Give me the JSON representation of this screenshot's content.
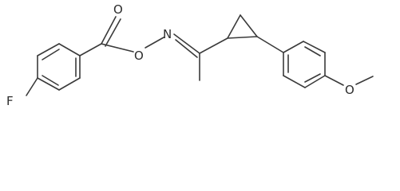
{
  "molecule": {
    "atoms": {
      "fluorine": "F",
      "carbonyl_oxygen": "O",
      "ester_oxygen": "O",
      "oxime_nitrogen": "N",
      "ether_oxygen": "O"
    }
  }
}
